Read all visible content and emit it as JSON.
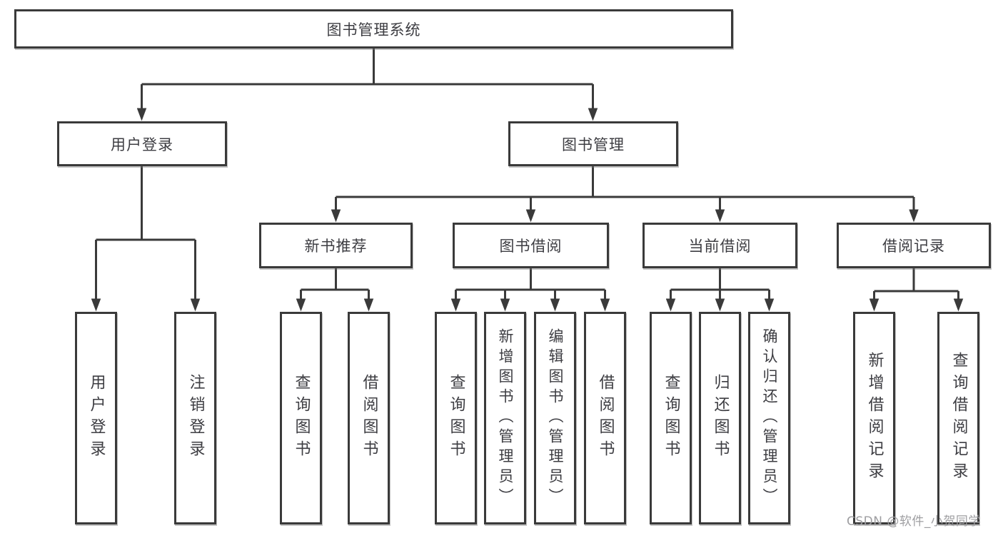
{
  "diagram": {
    "title": "图书管理系统",
    "type": "hierarchy-diagram",
    "tree": {
      "label": "图书管理系统",
      "children": [
        {
          "label": "用户登录",
          "children": [
            {
              "label": "用户登录"
            },
            {
              "label": "注销登录"
            }
          ]
        },
        {
          "label": "图书管理",
          "children": [
            {
              "label": "新书推荐",
              "children": [
                {
                  "label": "查询图书"
                },
                {
                  "label": "借阅图书"
                }
              ]
            },
            {
              "label": "图书借阅",
              "children": [
                {
                  "label": "查询图书"
                },
                {
                  "label": "新增图书（管理员）"
                },
                {
                  "label": "编辑图书（管理员）"
                },
                {
                  "label": "借阅图书"
                }
              ]
            },
            {
              "label": "当前借阅",
              "children": [
                {
                  "label": "查询图书"
                },
                {
                  "label": "归还图书"
                },
                {
                  "label": "确认归还（管理员）"
                }
              ]
            },
            {
              "label": "借阅记录",
              "children": [
                {
                  "label": "新增借阅记录"
                },
                {
                  "label": "查询借阅记录"
                }
              ]
            }
          ]
        }
      ]
    }
  },
  "watermark": "CSDN @软件_小贺同学",
  "colors": {
    "background": "#ffffff",
    "line": "#3a3a3a",
    "box_border": "#3a3a3a",
    "text": "#3d3d42",
    "watermark": "#9e9ea1"
  }
}
